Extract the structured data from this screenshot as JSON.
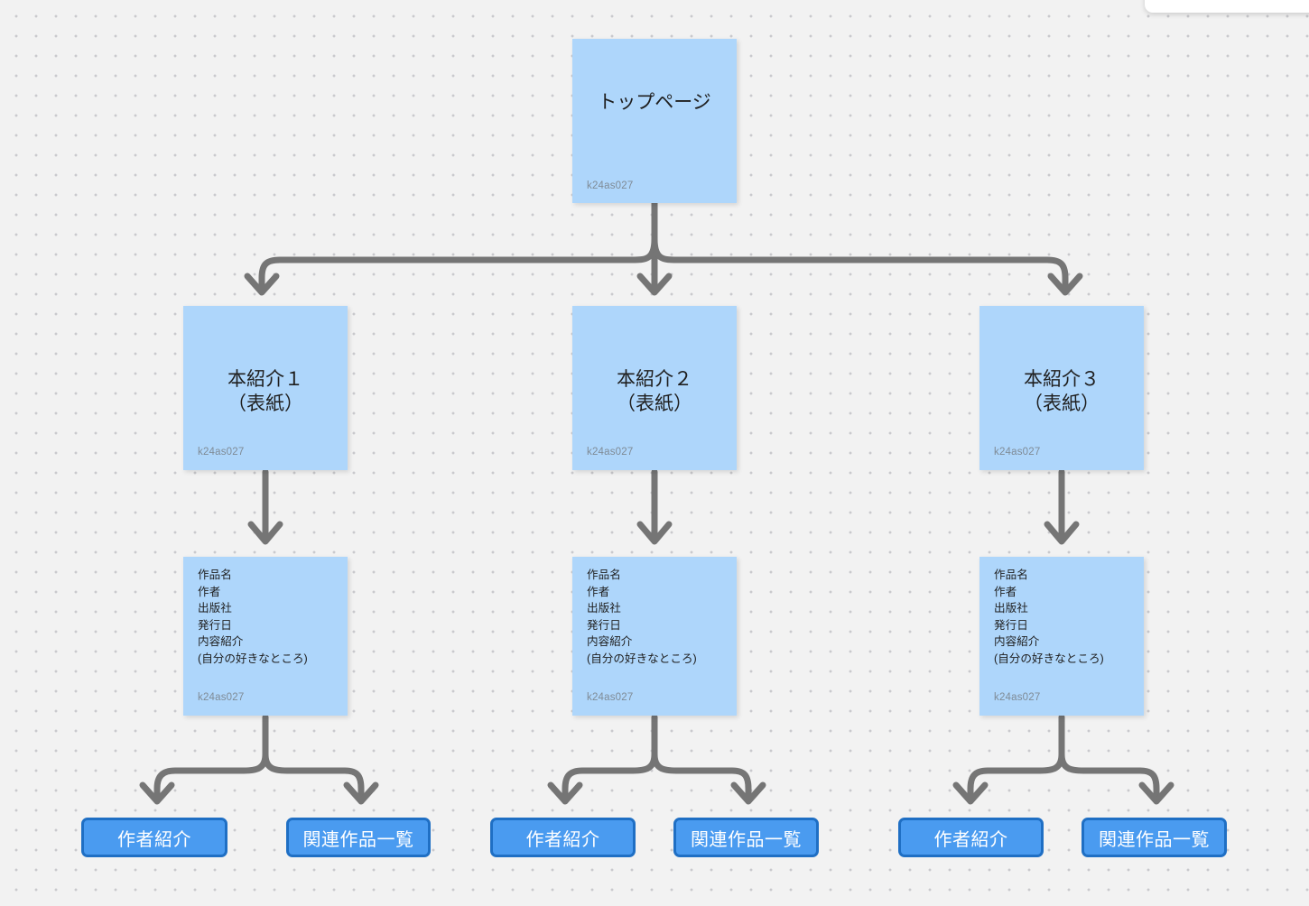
{
  "canvas": {
    "background_color": "#f2f2f2",
    "dot_color": "#c9c9cd",
    "node_fill": "#aed6fb",
    "connector_color": "#757575",
    "button_fill": "#4a9bf0",
    "button_border": "#1f6fc4",
    "button_text_color": "#ffffff"
  },
  "nodes": {
    "top": {
      "title": "トップページ",
      "tag": "k24as027"
    },
    "covers": [
      {
        "title": "本紹介１\n（表紙）",
        "tag": "k24as027"
      },
      {
        "title": "本紹介２\n（表紙）",
        "tag": "k24as027"
      },
      {
        "title": "本紹介３\n（表紙）",
        "tag": "k24as027"
      }
    ],
    "details": [
      {
        "lines": [
          "作品名",
          "作者",
          "出版社",
          "発行日",
          "内容紹介",
          "(自分の好きなところ)"
        ],
        "tag": "k24as027"
      },
      {
        "lines": [
          "作品名",
          "作者",
          "出版社",
          "発行日",
          "内容紹介",
          "(自分の好きなところ)"
        ],
        "tag": "k24as027"
      },
      {
        "lines": [
          "作品名",
          "作者",
          "出版社",
          "発行日",
          "内容紹介",
          "(自分の好きなところ)"
        ],
        "tag": "k24as027"
      }
    ]
  },
  "buttons": {
    "author_1": "作者紹介",
    "related_1": "関連作品一覧",
    "author_2": "作者紹介",
    "related_2": "関連作品一覧",
    "author_3": "作者紹介",
    "related_3": "関連作品一覧"
  }
}
